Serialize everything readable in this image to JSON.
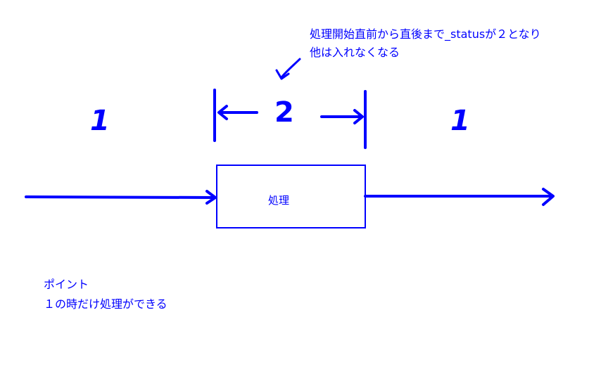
{
  "annotation": {
    "line1": "処理開始直前から直後まで_statusが２となり",
    "line2": "他は入れなくなる"
  },
  "regions": {
    "left": "1",
    "middle": "2",
    "right": "1"
  },
  "process_box": {
    "label": "処理"
  },
  "point_note": {
    "title": "ポイント",
    "body": "１の時だけ処理ができる"
  },
  "colors": {
    "ink": "#0000ff",
    "background": "#ffffff"
  }
}
